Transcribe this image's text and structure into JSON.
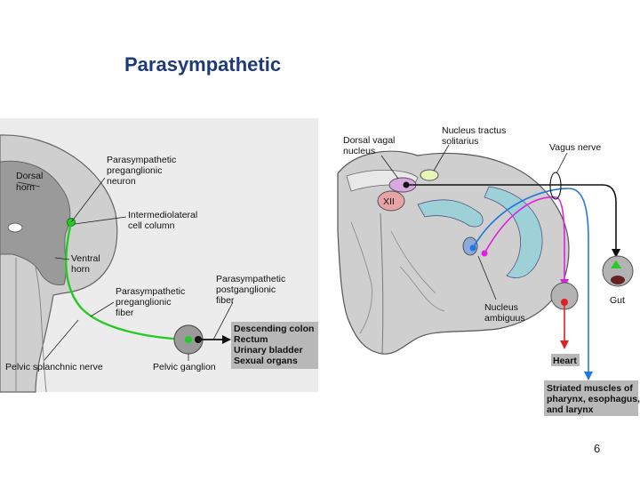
{
  "slide": {
    "title": "Parasympathetic",
    "page_number": "6"
  },
  "left_panel": {
    "dorsal_horn": [
      "Dorsal",
      "horn"
    ],
    "preganglionic_neuron": [
      "Parasympathetic",
      "preganglionic",
      "neuron"
    ],
    "intermediolateral": [
      "Intermediolateral",
      "cell column"
    ],
    "ventral_horn": [
      "Ventral",
      "horn"
    ],
    "preganglionic_fiber": [
      "Parasympathetic",
      "preganglionic",
      "fiber"
    ],
    "postganglionic_fiber": [
      "Parasympathetic",
      "postganglionic",
      "fiber"
    ],
    "targets": [
      "Descending colon",
      "Rectum",
      "Urinary bladder",
      "Sexual organs"
    ],
    "pelvic_splanchnic": "Pelvic splanchnic nerve",
    "pelvic_ganglion": "Pelvic ganglion"
  },
  "right_panel": {
    "dorsal_vagal": [
      "Dorsal vagal",
      "nucleus"
    ],
    "nucleus_tractus": [
      "Nucleus tractus",
      "solitarius"
    ],
    "vagus_nerve": "Vagus nerve",
    "xii": "XII",
    "nucleus_ambiguus": [
      "Nucleus",
      "ambiguus"
    ],
    "gut": "Gut",
    "heart": "Heart",
    "striated": [
      "Striated muscles of",
      "pharynx, esophagus,",
      "and larynx"
    ]
  },
  "colors": {
    "title": "#1f3a7a",
    "green_fiber": "#22cc22",
    "magenta_fiber": "#e020e0",
    "blue_fiber": "#2277dd",
    "red_fiber": "#dd2222",
    "tissue_gray": "#c8c8c8"
  }
}
